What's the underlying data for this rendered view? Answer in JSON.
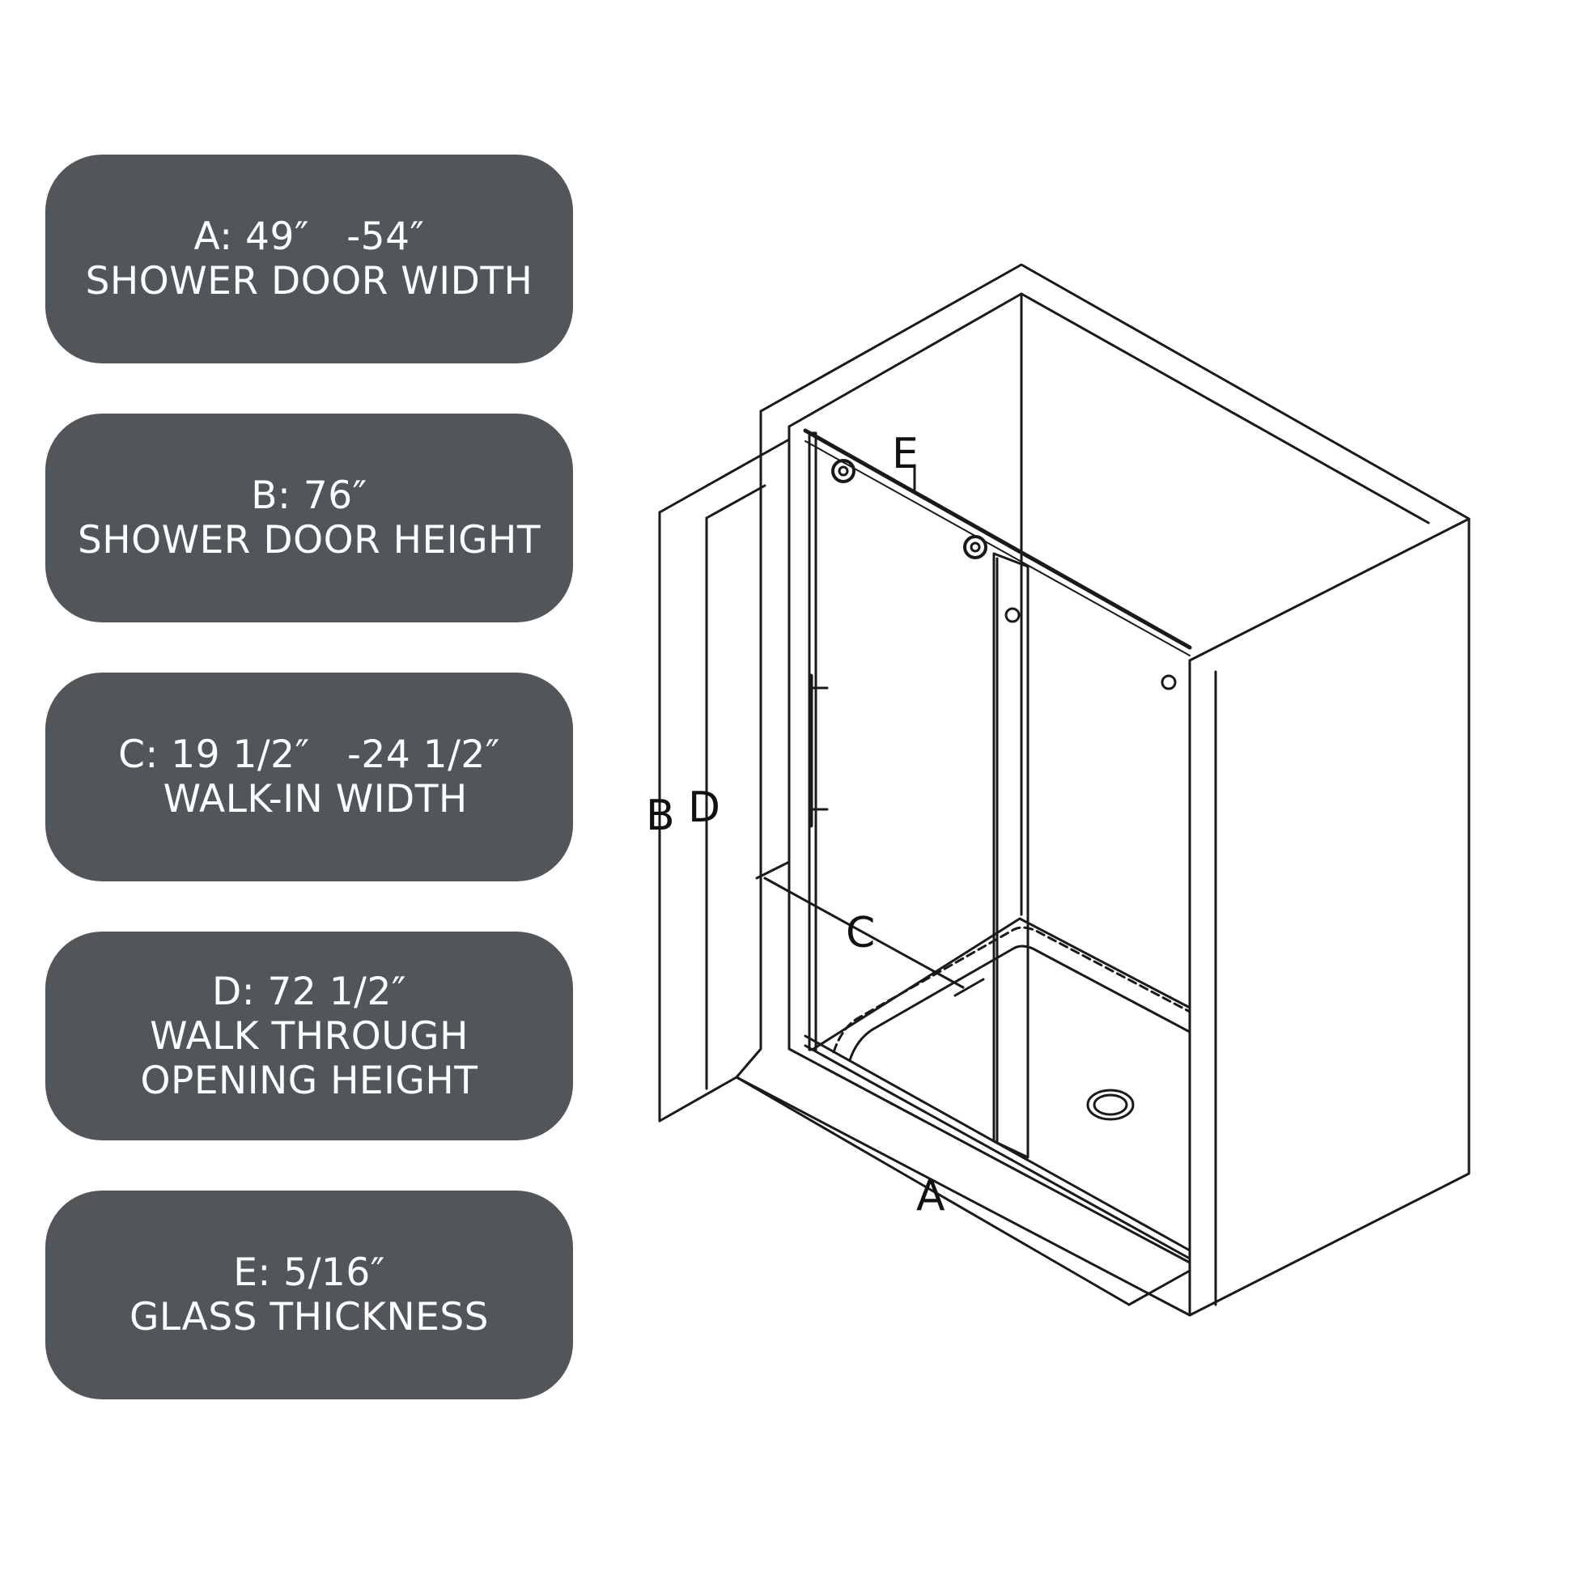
{
  "specs": [
    {
      "line1": "A: 49″   -54″",
      "line2": "SHOWER DOOR WIDTH"
    },
    {
      "line1": "B: 76″",
      "line2": "SHOWER DOOR HEIGHT"
    },
    {
      "line1": "C: 19 1/2″   -24 1/2″",
      "line2": " WALK-IN WIDTH"
    },
    {
      "line1": "D: 72 1/2″",
      "line2": "WALK THROUGH",
      "line3": "OPENING HEIGHT"
    },
    {
      "line1": "E: 5/16″",
      "line2": "GLASS THICKNESS"
    }
  ],
  "diagram": {
    "label_a": "A",
    "label_b": "B",
    "label_c": "C",
    "label_d": "D",
    "label_e": "E"
  },
  "colors": {
    "pill": "#51565b",
    "text": "#ffffff",
    "line": "#1a1a1a"
  }
}
